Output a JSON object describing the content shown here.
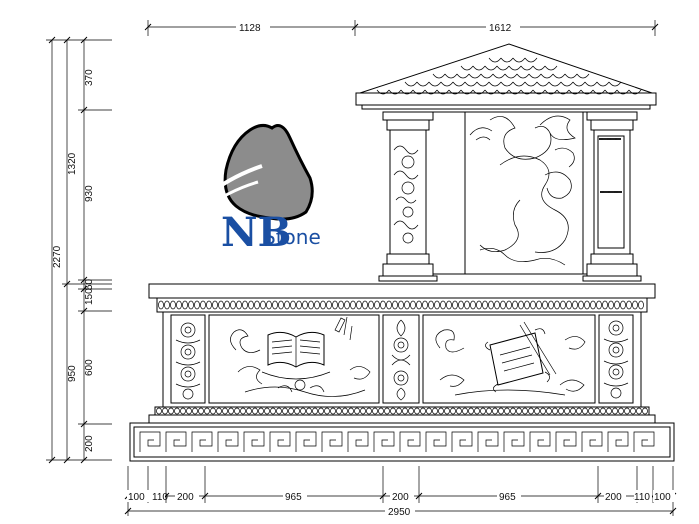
{
  "dimensions": {
    "top": [
      "1128",
      "1612"
    ],
    "bottom_parts": [
      "100",
      "110",
      "200",
      "965",
      "200",
      "965",
      "200",
      "110",
      "100"
    ],
    "bottom_total": "2950",
    "left_outer": "2270",
    "left_middle": [
      "1320",
      "950"
    ],
    "left_inner": [
      "370",
      "930",
      "150",
      "50",
      "600",
      "200"
    ]
  },
  "logo": {
    "initials": "NB",
    "name": "Stone",
    "colors": {
      "blue": "#1a4fa3",
      "rock": "#8c8c8c"
    }
  }
}
